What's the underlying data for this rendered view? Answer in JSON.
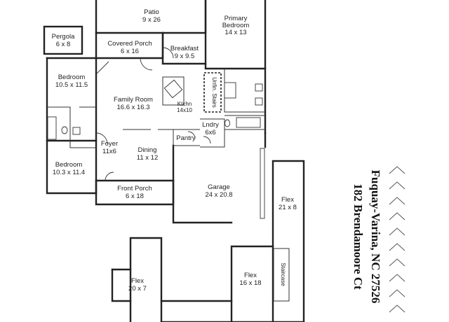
{
  "rooms": {
    "patio": {
      "name": "Patio",
      "dims": "9 x 26"
    },
    "primary_bedroom": {
      "name1": "Primary",
      "name2": "Bedroom",
      "dims": "14 x 13"
    },
    "pergola": {
      "name": "Pergola",
      "dims": "6 x 8"
    },
    "covered_porch": {
      "name": "Covered Porch",
      "dims": "6 x 16"
    },
    "breakfast": {
      "name": "Breakfast",
      "dims": "9 x 9.5"
    },
    "bedroom_upper": {
      "name": "Bedroom",
      "dims": "10.5 x 11.5"
    },
    "family_room": {
      "name": "Family Room",
      "dims": "16.6 x 16.3"
    },
    "kitchen": {
      "name": "Ktchn",
      "dims": "14x10"
    },
    "unfin_stairs": {
      "name": "Unfin. Stairs"
    },
    "laundry": {
      "name": "Lndry",
      "dims": "6x6"
    },
    "foyer": {
      "name": "Foyer",
      "dims": "11x6"
    },
    "pantry": {
      "name": "Pantry"
    },
    "dining": {
      "name": "Dining",
      "dims": "11 x 12"
    },
    "bedroom_lower": {
      "name": "Bedroom",
      "dims": "10.3 x 11.4"
    },
    "garage": {
      "name": "Garage",
      "dims": "24 x 20.8"
    },
    "front_porch": {
      "name": "Front Porch",
      "dims": "6 x 18"
    },
    "flex_right": {
      "name": "Flex",
      "dims": "21 x 8"
    },
    "flex_middle": {
      "name": "Flex",
      "dims": "16 x 18"
    },
    "flex_left": {
      "name": "Flex",
      "dims": "20 x 7"
    },
    "staircase": {
      "name": "Staircase"
    }
  },
  "address": {
    "line1": "182 Brendamoore Ct",
    "line2": "Fuquay-Varina, NC 27526"
  },
  "decoration": {
    "chevron_count": 10
  }
}
